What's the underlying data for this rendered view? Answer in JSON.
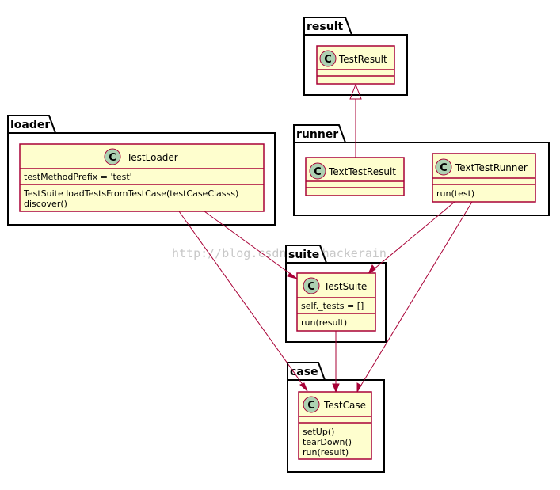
{
  "packages": {
    "result": {
      "title": "result"
    },
    "runner": {
      "title": "runner"
    },
    "loader": {
      "title": "loader"
    },
    "suite": {
      "title": "suite"
    },
    "case": {
      "title": "case"
    }
  },
  "classes": {
    "TestResult": {
      "badge": "C",
      "name": "TestResult",
      "fields": [],
      "methods": []
    },
    "TextTestResult": {
      "badge": "C",
      "name": "TextTestResult",
      "fields": [],
      "methods": []
    },
    "TextTestRunner": {
      "badge": "C",
      "name": "TextTestRunner",
      "fields": [],
      "methods": [
        "run(test)"
      ]
    },
    "TestLoader": {
      "badge": "C",
      "name": "TestLoader",
      "fields": [
        "testMethodPrefix = 'test'"
      ],
      "methods": [
        "TestSuite loadTestsFromTestCase(testCaseClasss)",
        "discover()"
      ]
    },
    "TestSuite": {
      "badge": "C",
      "name": "TestSuite",
      "fields": [
        "self._tests = []"
      ],
      "methods": [
        "run(result)"
      ]
    },
    "TestCase": {
      "badge": "C",
      "name": "TestCase",
      "fields": [],
      "methods": [
        "setUp()",
        "tearDown()",
        "run(result)"
      ]
    }
  },
  "relations": [
    {
      "from": "TextTestResult",
      "to": "TestResult",
      "kind": "inheritance"
    },
    {
      "from": "TestLoader",
      "to": "TestSuite",
      "kind": "association"
    },
    {
      "from": "TestLoader",
      "to": "TestCase",
      "kind": "association"
    },
    {
      "from": "TextTestRunner",
      "to": "TestSuite",
      "kind": "association"
    },
    {
      "from": "TextTestRunner",
      "to": "TestCase",
      "kind": "association"
    },
    {
      "from": "TestSuite",
      "to": "TestCase",
      "kind": "association"
    }
  ],
  "watermark": "http://blog.csdn.net/hackerain"
}
